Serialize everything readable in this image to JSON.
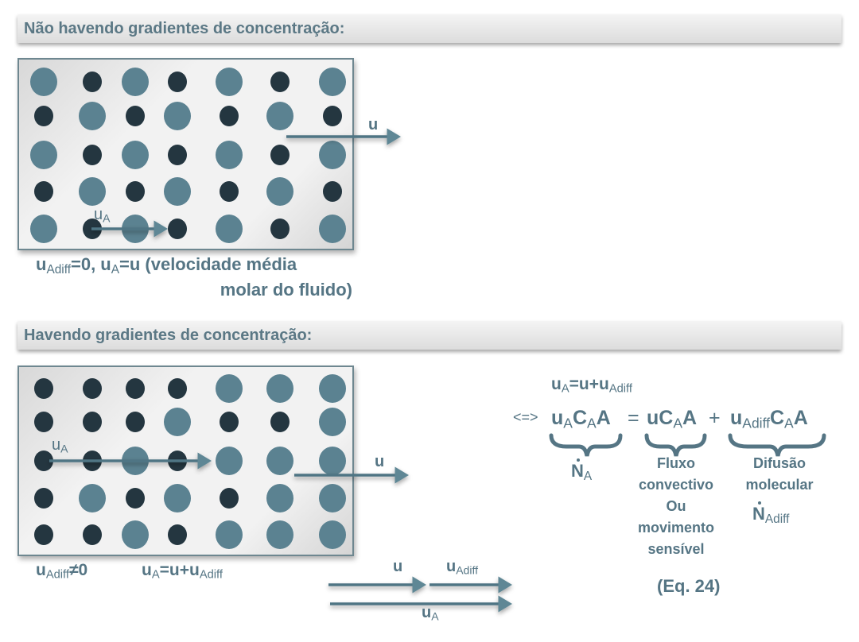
{
  "section1": {
    "heading": "Não havendo gradientes de concentração:",
    "caption": {
      "u": "u",
      "adiff": "Adiff",
      "eq0": "=0, u",
      "a": "A",
      "rest": "=u (velocidade média",
      "line2": "molar do fluido)"
    },
    "arrow_u_label": "u",
    "arrow_ua": {
      "u": "u",
      "a": "A"
    },
    "grid": [
      [
        "L",
        "D",
        "L",
        "D",
        "L",
        "D",
        "L"
      ],
      [
        "D",
        "L",
        "D",
        "L",
        "D",
        "L",
        "D"
      ],
      [
        "L",
        "D",
        "L",
        "D",
        "L",
        "D",
        "L"
      ],
      [
        "D",
        "L",
        "D",
        "L",
        "D",
        "L",
        "D"
      ],
      [
        "L",
        "D",
        "L",
        "D",
        "L",
        "D",
        "L"
      ]
    ]
  },
  "section2": {
    "heading": "Havendo gradientes de concentração:",
    "caption_left": {
      "u": "u",
      "adiff": "Adiff",
      "neq": "≠0"
    },
    "caption_right": {
      "u": "u",
      "a": "A",
      "mid": "=u+u",
      "adiff": "Adiff"
    },
    "arrow_u_label": "u",
    "arrow_ua": {
      "u": "u",
      "a": "A"
    },
    "vector_labels": {
      "u": "u",
      "udiff_u": "u",
      "udiff_sub": "Adiff",
      "ua_u": "u",
      "ua_sub": "A"
    },
    "grid": [
      [
        "D",
        "D",
        "D",
        "D",
        "L",
        "L",
        "L"
      ],
      [
        "D",
        "D",
        "D",
        "L",
        "D",
        "D",
        "L"
      ],
      [
        "D",
        "D",
        "L",
        "D",
        "L",
        "L",
        "L"
      ],
      [
        "D",
        "L",
        "D",
        "L",
        "D",
        "L",
        "L"
      ],
      [
        "D",
        "D",
        "L",
        "D",
        "L",
        "L",
        "L"
      ]
    ]
  },
  "equation": {
    "top": {
      "u": "u",
      "a": "A",
      "mid": "=u+u",
      "adiff": "Adiff"
    },
    "iff": "<=>",
    "t1": {
      "u": "u",
      "a": "A",
      "c": "C",
      "a2": "A",
      "A": "A"
    },
    "equals": "=",
    "t2": {
      "u": "uC",
      "a": "A",
      "A": "A"
    },
    "plus": "+",
    "t3": {
      "u": "u",
      "adiff": "Adiff",
      "c": "C",
      "a": "A",
      "A": "A"
    },
    "na": {
      "n": "N",
      "a": "A"
    },
    "convective": [
      "Fluxo",
      "convectivo",
      "Ou",
      "movimento",
      "sensível"
    ],
    "diffusion": [
      "Difusão",
      "molecular"
    ],
    "nadiff": {
      "n": "N",
      "sub": "Adiff"
    },
    "label": "(Eq. 24)"
  },
  "colors": {
    "light_particle": "#5b8291",
    "dark_particle": "#243640",
    "text": "#557584",
    "arrow": "#4f7584"
  }
}
